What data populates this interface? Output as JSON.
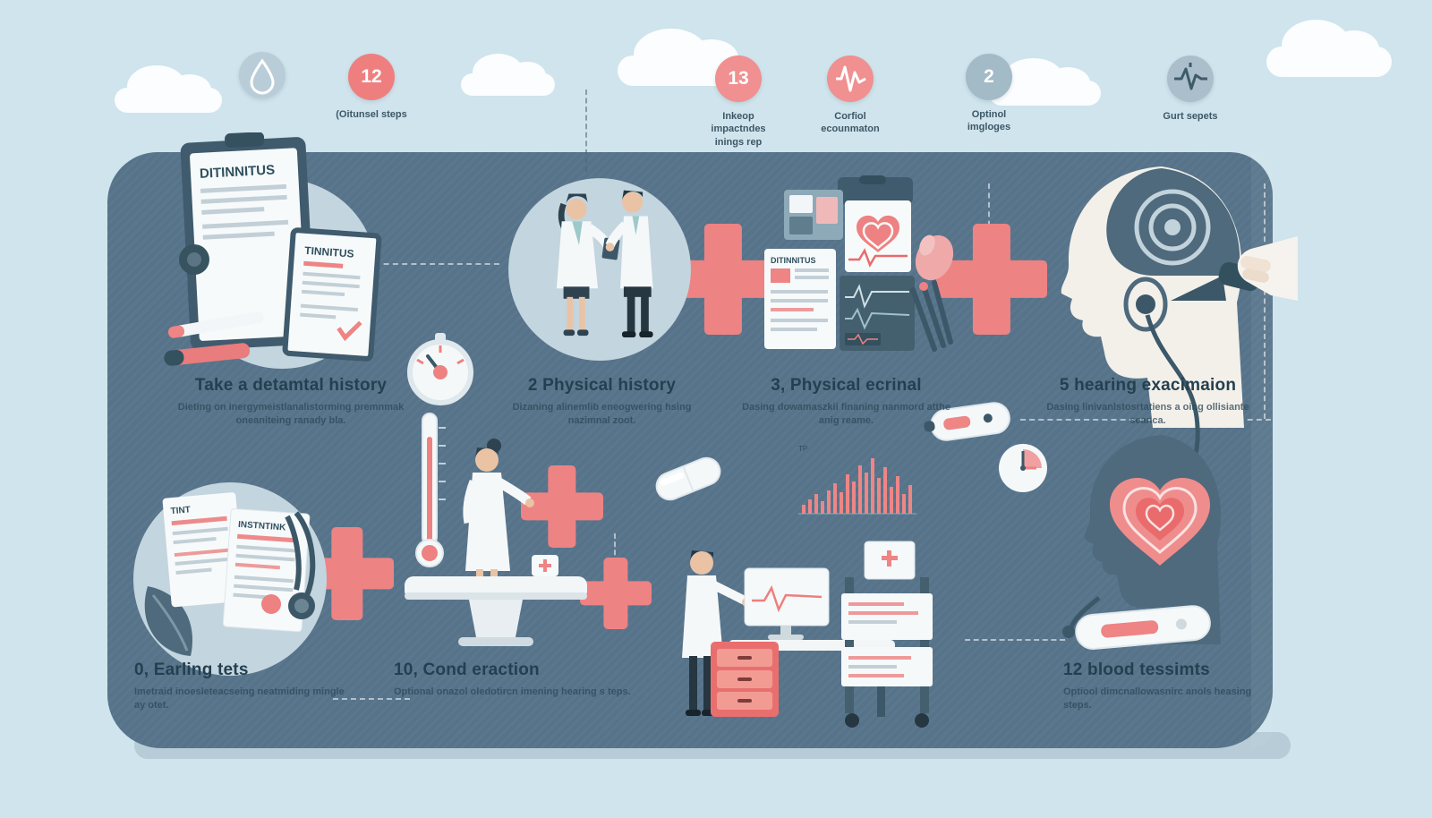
{
  "colors": {
    "background": "#cfe4ec",
    "panel": "#56738a",
    "accent_red": "#ee8383",
    "light_circle": "#c3d5de",
    "paper": "#f7fafb",
    "ink": "#24404f"
  },
  "top_row": {
    "icons": [
      {
        "name": "water-drop",
        "label": ""
      },
      {
        "name": "step-count-12",
        "value": "12",
        "label": "(Oitunsel steps"
      },
      {
        "name": "step-count-13",
        "value": "13",
        "label": "Inkeop impactndes inings rep"
      },
      {
        "name": "waveform",
        "label": "Corfiol ecounmaton"
      },
      {
        "name": "step-count-2",
        "value": "2",
        "label": "Optinol imgloges"
      },
      {
        "name": "heart-rate",
        "label": "Gurt sepets"
      }
    ]
  },
  "steps_top": [
    {
      "title": "Take a detamtal history",
      "desc": "Dieting on inergymeistlanalistorming premnmak oneaniteing ranady bla."
    },
    {
      "title": "2 Physical history",
      "desc": "Dizaning alinemlib eneogwering hsing nazimnal zoot."
    },
    {
      "title": "3, Physical ecrinal",
      "desc": "Dasing dowamaszkii finaning nanmord atthe anig reame."
    },
    {
      "title": "5 hearing exacimaion",
      "desc": "Dasing linivanlstosrtatiens a oing ollisiante seanca."
    }
  ],
  "steps_bottom": [
    {
      "title": "0, Earling tets",
      "desc": "Imetraid inoesleteacseing neatmiding mingle ay otet."
    },
    {
      "title": "10, Cond eraction",
      "desc": "Optional onazol oledotircn imening hearing s teps."
    },
    {
      "title": "12 blood tessimts",
      "desc": "Optiool dimcnallowasnirc anols heasing steps."
    }
  ],
  "documents": {
    "clipboard_main": "DITINNITUS",
    "clipboard_small": "TINNITUS",
    "collage_doc": "DITINNITUS",
    "sheet_a": "TINT",
    "sheet_b": "INSTNTINK",
    "chart_label": "TP"
  }
}
